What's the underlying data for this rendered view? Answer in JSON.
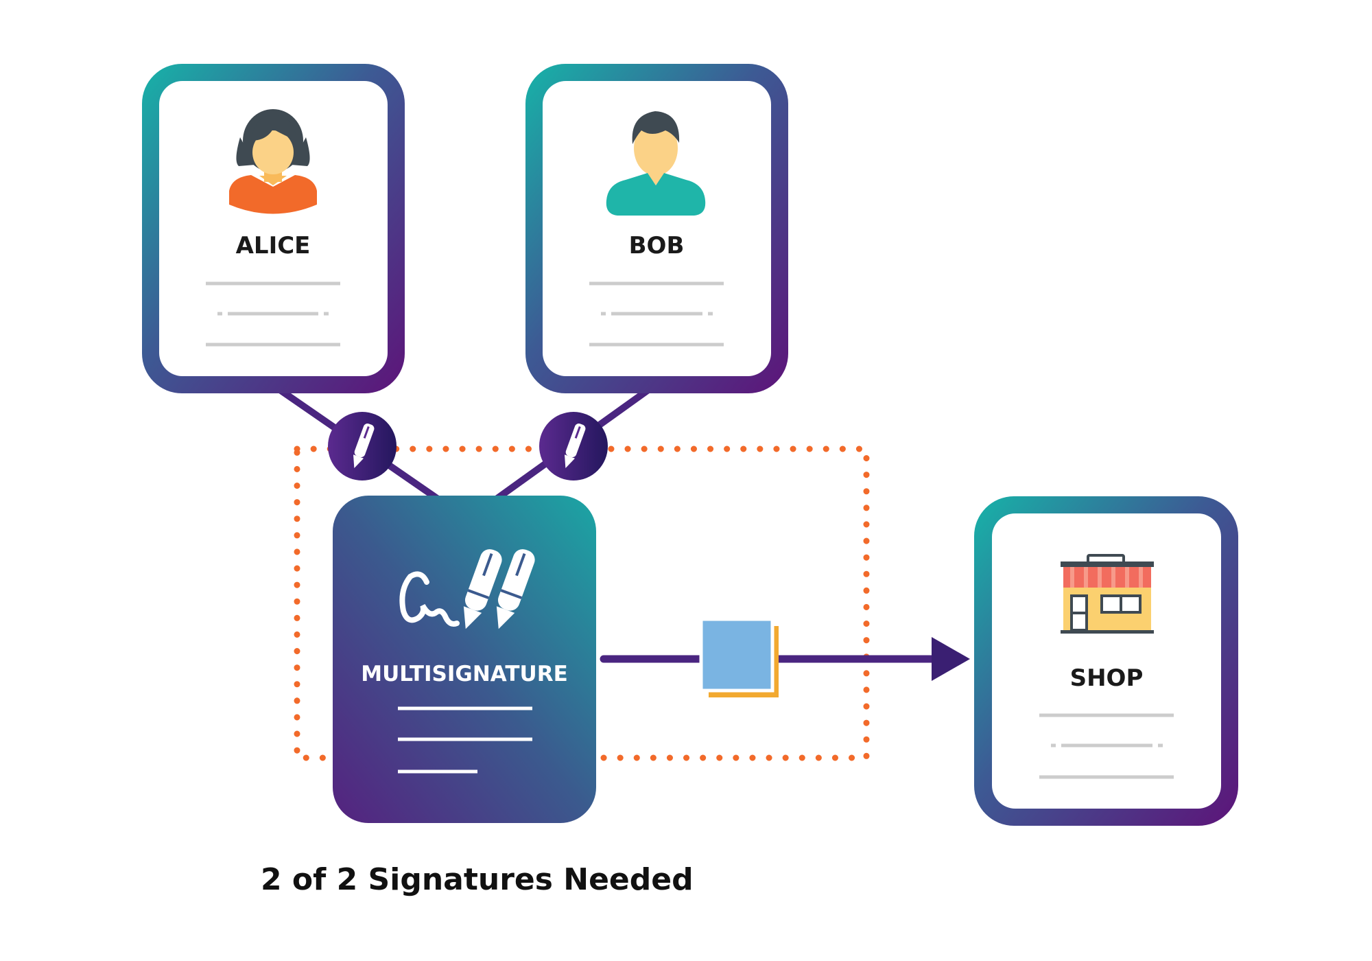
{
  "colors": {
    "teal": "#1db3a8",
    "purple": "#5a1a7a",
    "link_purple": "#4a2580",
    "orange_dash": "#f26a2a",
    "doc_line": "#cccccc",
    "tx_blue": "#7ab4e2",
    "tx_orange": "#f2a930",
    "text_dark": "#1a1a1a",
    "white": "#ffffff"
  },
  "nodes": {
    "alice": {
      "label": "ALICE",
      "icon": "woman-avatar-icon"
    },
    "bob": {
      "label": "BOB",
      "icon": "man-avatar-icon"
    },
    "multisig": {
      "label": "MULTISIGNATURE",
      "icon": "signature-pens-icon"
    },
    "shop": {
      "label": "SHOP",
      "icon": "storefront-icon"
    }
  },
  "signing_badges": {
    "icon": "pen-icon"
  },
  "transaction": {
    "icon": "transaction-block-icon",
    "arrow_icon": "arrow-right-icon"
  },
  "caption": "2 of 2 Signatures Needed"
}
